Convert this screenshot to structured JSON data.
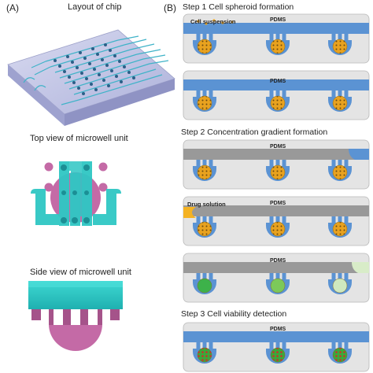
{
  "panels": {
    "a_letter": "(A)",
    "b_letter": "(B)"
  },
  "panel_a": {
    "layout_title": "Layout of chip",
    "top_view_title": "Top view of  microwell unit",
    "side_view_title": "Side view of  microwell unit"
  },
  "panel_b": {
    "step1_title": "Step 1 Cell spheroid formation",
    "step2_title": "Step 2 Concentration gradient formation",
    "step3_title": "Step 3 Cell viability detection",
    "pdms_label": "PDMS",
    "cell_suspension_label": "Cell suspension",
    "drug_solution_label": "Drug solution"
  },
  "colors": {
    "channel_blue": "#5b93d3",
    "pdms_gray": "#e4e4e4",
    "drug_gray": "#999999",
    "drug_orange": "#f4b223",
    "cyan": "#2fc7c4",
    "magenta": "#c46aa6",
    "spheroid": "#e8a21f"
  }
}
